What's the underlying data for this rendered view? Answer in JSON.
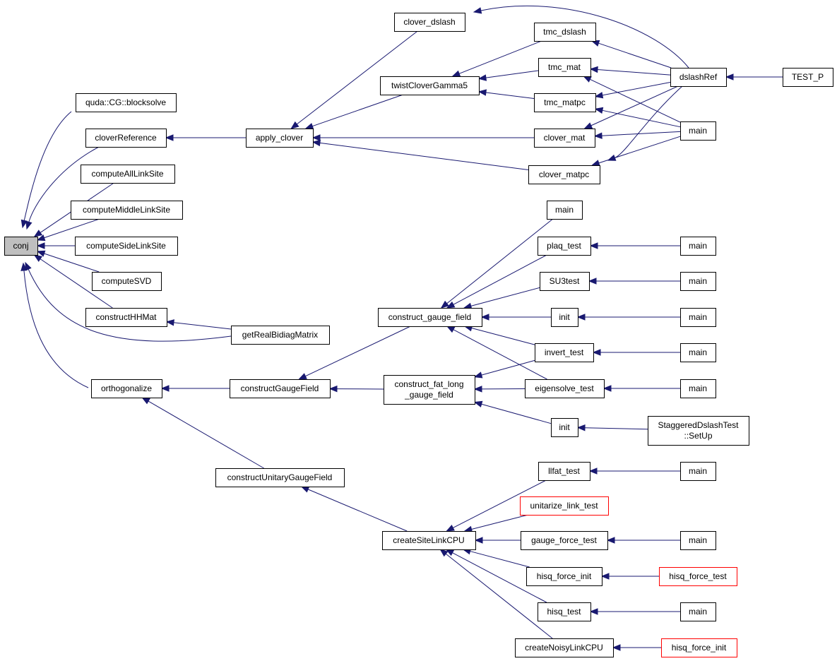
{
  "colors": {
    "edge": "#191970",
    "node_border": "#000000",
    "node_fill": "#ffffff",
    "root_fill": "#bfbfbf",
    "truncated_border": "#ff0000"
  },
  "nodes": {
    "conj": {
      "label": "conj",
      "style": "root"
    },
    "blocksolve": {
      "label": "quda::CG::blocksolve"
    },
    "cloverReference": {
      "label": "cloverReference"
    },
    "computeAllLinkSite": {
      "label": "computeAllLinkSite"
    },
    "computeMiddleLinkSite": {
      "label": "computeMiddleLinkSite"
    },
    "computeSideLinkSite": {
      "label": "computeSideLinkSite"
    },
    "computeSVD": {
      "label": "computeSVD"
    },
    "constructHHMat": {
      "label": "constructHHMat"
    },
    "orthogonalize": {
      "label": "orthogonalize"
    },
    "apply_clover": {
      "label": "apply_clover"
    },
    "getRealBidiagMatrix": {
      "label": "getRealBidiagMatrix"
    },
    "constructGaugeField": {
      "label": "constructGaugeField"
    },
    "constructUnitaryGaugeField": {
      "label": "constructUnitaryGaugeField"
    },
    "clover_dslash": {
      "label": "clover_dslash"
    },
    "twistCloverGamma5": {
      "label": "twistCloverGamma5"
    },
    "construct_gauge_field": {
      "label": "construct_gauge_field"
    },
    "construct_fat_long": {
      "label1": "construct_fat_long",
      "label2": "_gauge_field"
    },
    "createSiteLinkCPU": {
      "label": "createSiteLinkCPU"
    },
    "tmc_dslash": {
      "label": "tmc_dslash"
    },
    "tmc_mat": {
      "label": "tmc_mat"
    },
    "tmc_matpc": {
      "label": "tmc_matpc"
    },
    "clover_mat": {
      "label": "clover_mat"
    },
    "clover_matpc": {
      "label": "clover_matpc"
    },
    "main_a": {
      "label": "main"
    },
    "plaq_test": {
      "label": "plaq_test"
    },
    "SU3test": {
      "label": "SU3test"
    },
    "init_a": {
      "label": "init"
    },
    "invert_test": {
      "label": "invert_test"
    },
    "eigensolve_test": {
      "label": "eigensolve_test"
    },
    "init_b": {
      "label": "init"
    },
    "llfat_test": {
      "label": "llfat_test"
    },
    "unitarize_link_test": {
      "label": "unitarize_link_test",
      "style": "truncated"
    },
    "gauge_force_test": {
      "label": "gauge_force_test"
    },
    "hisq_force_init_a": {
      "label": "hisq_force_init"
    },
    "hisq_test": {
      "label": "hisq_test"
    },
    "createNoisyLinkCPU": {
      "label": "createNoisyLinkCPU"
    },
    "dslashRef": {
      "label": "dslashRef"
    },
    "main_b": {
      "label": "main"
    },
    "TEST_P": {
      "label": "TEST_P"
    },
    "main_c": {
      "label": "main"
    },
    "main_d": {
      "label": "main"
    },
    "main_e": {
      "label": "main"
    },
    "main_f": {
      "label": "main"
    },
    "main_g": {
      "label": "main"
    },
    "StaggeredDslashTest": {
      "label1": "StaggeredDslashTest",
      "label2": "::SetUp"
    },
    "main_h": {
      "label": "main"
    },
    "main_i": {
      "label": "main"
    },
    "hisq_force_test": {
      "label": "hisq_force_test",
      "style": "truncated"
    },
    "main_j": {
      "label": "main"
    },
    "hisq_force_init_b": {
      "label": "hisq_force_init",
      "style": "truncated"
    }
  },
  "edges": [
    [
      "blocksolve",
      "conj"
    ],
    [
      "cloverReference",
      "conj"
    ],
    [
      "computeAllLinkSite",
      "conj"
    ],
    [
      "computeMiddleLinkSite",
      "conj"
    ],
    [
      "computeSideLinkSite",
      "conj"
    ],
    [
      "computeSVD",
      "conj"
    ],
    [
      "constructHHMat",
      "conj"
    ],
    [
      "getRealBidiagMatrix",
      "conj"
    ],
    [
      "orthogonalize",
      "conj"
    ],
    [
      "apply_clover",
      "cloverReference"
    ],
    [
      "getRealBidiagMatrix",
      "constructHHMat"
    ],
    [
      "constructGaugeField",
      "orthogonalize"
    ],
    [
      "constructUnitaryGaugeField",
      "orthogonalize"
    ],
    [
      "clover_dslash",
      "apply_clover"
    ],
    [
      "twistCloverGamma5",
      "apply_clover"
    ],
    [
      "clover_mat",
      "apply_clover"
    ],
    [
      "clover_matpc",
      "apply_clover"
    ],
    [
      "tmc_dslash",
      "twistCloverGamma5"
    ],
    [
      "tmc_mat",
      "twistCloverGamma5"
    ],
    [
      "tmc_matpc",
      "twistCloverGamma5"
    ],
    [
      "construct_gauge_field",
      "constructGaugeField"
    ],
    [
      "construct_fat_long",
      "constructGaugeField"
    ],
    [
      "createSiteLinkCPU",
      "constructUnitaryGaugeField"
    ],
    [
      "main_a",
      "construct_gauge_field"
    ],
    [
      "plaq_test",
      "construct_gauge_field"
    ],
    [
      "SU3test",
      "construct_gauge_field"
    ],
    [
      "init_a",
      "construct_gauge_field"
    ],
    [
      "invert_test",
      "construct_gauge_field"
    ],
    [
      "eigensolve_test",
      "construct_gauge_field"
    ],
    [
      "invert_test",
      "construct_fat_long"
    ],
    [
      "eigensolve_test",
      "construct_fat_long"
    ],
    [
      "init_b",
      "construct_fat_long"
    ],
    [
      "llfat_test",
      "createSiteLinkCPU"
    ],
    [
      "unitarize_link_test",
      "createSiteLinkCPU"
    ],
    [
      "gauge_force_test",
      "createSiteLinkCPU"
    ],
    [
      "hisq_force_init_a",
      "createSiteLinkCPU"
    ],
    [
      "hisq_test",
      "createSiteLinkCPU"
    ],
    [
      "createNoisyLinkCPU",
      "createSiteLinkCPU"
    ],
    [
      "dslashRef",
      "clover_dslash"
    ],
    [
      "dslashRef",
      "tmc_dslash"
    ],
    [
      "dslashRef",
      "tmc_mat"
    ],
    [
      "dslashRef",
      "tmc_matpc"
    ],
    [
      "dslashRef",
      "clover_mat"
    ],
    [
      "dslashRef",
      "clover_matpc"
    ],
    [
      "main_b",
      "tmc_mat"
    ],
    [
      "main_b",
      "tmc_matpc"
    ],
    [
      "main_b",
      "clover_mat"
    ],
    [
      "main_b",
      "clover_matpc"
    ],
    [
      "TEST_P",
      "dslashRef"
    ],
    [
      "main_c",
      "plaq_test"
    ],
    [
      "main_d",
      "SU3test"
    ],
    [
      "main_e",
      "init_a"
    ],
    [
      "main_f",
      "invert_test"
    ],
    [
      "main_g",
      "eigensolve_test"
    ],
    [
      "StaggeredDslashTest",
      "init_b"
    ],
    [
      "main_h",
      "llfat_test"
    ],
    [
      "main_i",
      "gauge_force_test"
    ],
    [
      "hisq_force_test",
      "hisq_force_init_a"
    ],
    [
      "main_j",
      "hisq_test"
    ],
    [
      "hisq_force_init_b",
      "createNoisyLinkCPU"
    ]
  ]
}
